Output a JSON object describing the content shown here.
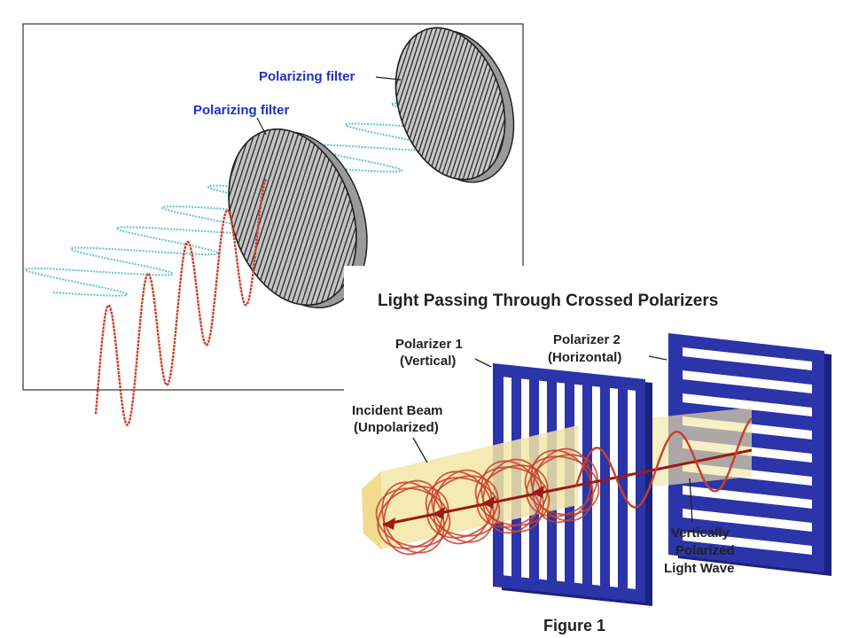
{
  "top_diagram": {
    "filter_label_front": "Polarizing  filter",
    "filter_label_back": "Polarizing  filter"
  },
  "crossed_diagram": {
    "title": "Light Passing Through Crossed Polarizers",
    "polarizer1_line1": "Polarizer 1",
    "polarizer1_line2": "(Vertical)",
    "polarizer2_line1": "Polarizer 2",
    "polarizer2_line2": "(Horizontal)",
    "incident_line1": "Incident Beam",
    "incident_line2": "(Unpolarized)",
    "wave_line1": "Vertically",
    "wave_line2": "Polarized",
    "wave_line3": "Light Wave",
    "caption": "Figure 1"
  },
  "colors": {
    "filter_label": "#1f2fc8",
    "red_wave": "#c8402a",
    "cyan_wave": "#5fc4cc",
    "polarizer_blue": "#2b34a8",
    "beam_yellow": "#f3e6a6"
  }
}
